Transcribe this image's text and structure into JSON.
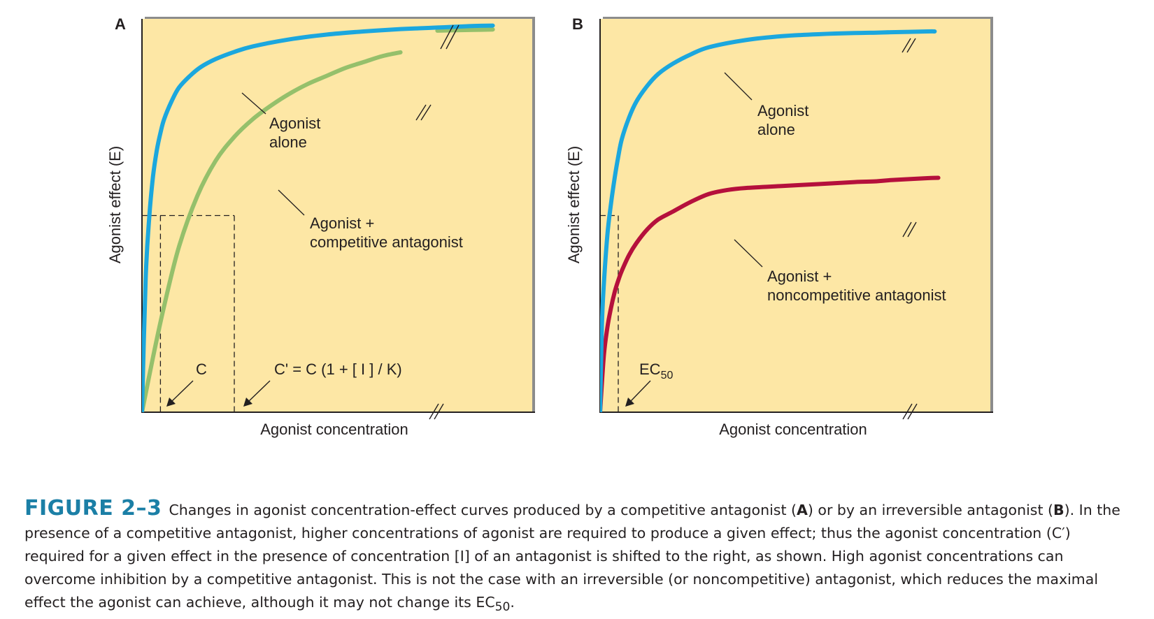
{
  "chart_data": [
    {
      "type": "line",
      "panel_label": "A",
      "xlabel": "Agonist concentration",
      "ylabel": "Agonist effect (E)",
      "xlim": [
        0,
        100
      ],
      "ylim": [
        0,
        100
      ],
      "series": [
        {
          "key": "agonist_alone",
          "label_lines": [
            "Agonist",
            "alone"
          ],
          "color": "#1ba7de",
          "x": [
            0,
            1,
            2,
            3,
            4,
            5,
            6,
            8,
            10,
            13,
            16,
            20,
            25,
            30,
            40,
            50,
            60,
            70,
            75,
            80,
            85,
            90,
            95
          ],
          "y": [
            0,
            34,
            50,
            60,
            66.5,
            71,
            74.5,
            79,
            82.5,
            85.5,
            87.8,
            89.8,
            91.6,
            93,
            94.8,
            96,
            96.8,
            97.4,
            97.6,
            97.8,
            98,
            98.2,
            98.3
          ]
        },
        {
          "key": "agonist_competitive",
          "label_lines": [
            "Agonist +",
            "competitive antagonist"
          ],
          "color": "#95c06b",
          "x": [
            0,
            3,
            6,
            10,
            15,
            20,
            25,
            30,
            35,
            40,
            45,
            50,
            55,
            60,
            65,
            70
          ],
          "y": [
            0,
            14,
            27,
            42,
            55,
            64,
            70,
            74.5,
            78,
            81,
            83.5,
            85.5,
            87.5,
            89,
            90.5,
            91.5
          ],
          "cont_x": [
            80,
            85,
            90,
            95
          ],
          "cont_y": [
            97,
            97.1,
            97.2,
            97.3
          ]
        }
      ],
      "reference": {
        "y": 50,
        "x1": 5,
        "x2": 25
      },
      "annotations": [
        {
          "key": "c",
          "text": "C"
        },
        {
          "key": "cprime",
          "text": "C' = C (1 + [ I ] / K)"
        }
      ]
    },
    {
      "type": "line",
      "panel_label": "B",
      "xlabel": "Agonist concentration",
      "ylabel": "Agonist effect (E)",
      "xlim": [
        0,
        100
      ],
      "ylim": [
        0,
        100
      ],
      "series": [
        {
          "key": "agonist_alone",
          "label_lines": [
            "Agonist",
            "alone"
          ],
          "color": "#1ba7de",
          "x": [
            0,
            0.5,
            1,
            2,
            3,
            4,
            5,
            6,
            8,
            10,
            13,
            16,
            20,
            25,
            30,
            40,
            50,
            60,
            70,
            76,
            80,
            90,
            92
          ],
          "y": [
            0,
            22,
            32,
            45,
            53,
            59.5,
            65,
            69.5,
            75,
            79,
            83,
            86,
            88.6,
            91,
            92.8,
            94.6,
            95.6,
            96.1,
            96.4,
            96.5,
            96.6,
            96.8,
            96.8
          ]
        },
        {
          "key": "agonist_noncompetitive",
          "label_lines": [
            "Agonist +",
            "noncompetitive antagonist"
          ],
          "color": "#b5103c",
          "x": [
            0,
            1,
            2,
            3,
            4,
            5,
            6,
            8,
            10,
            13,
            16,
            20,
            25,
            30,
            35,
            40,
            50,
            60,
            70,
            76,
            80,
            90,
            93
          ],
          "y": [
            0,
            14,
            21.5,
            26.5,
            30.5,
            33.5,
            36,
            40,
            43,
            46.5,
            49,
            51,
            53.5,
            55.5,
            56.5,
            57,
            57.5,
            58,
            58.5,
            58.7,
            59,
            59.5,
            59.6
          ]
        }
      ],
      "reference": {
        "y": 50,
        "x1": 5
      },
      "annotations": [
        {
          "key": "ec50",
          "text": "EC",
          "sub": "50"
        }
      ]
    }
  ],
  "caption": {
    "label": "FIGURE 2–3",
    "t1": "Changes in agonist concentration-effect curves produced by a competitive antagonist (",
    "b1": "A",
    "t2": ") or by an irreversible antagonist (",
    "b2": "B",
    "t3": "). In the presence of a competitive antagonist, higher concentrations of agonist are required to produce a given effect; thus the agonist concentration (C′) required for a given effect in the presence of concentration [I] of an antagonist is shifted to the right, as shown. High agonist concentrations can overcome inhibition by a competitive antagonist. This is not the case with an irreversible (or noncompetitive) antagonist, which reduces the maximal effect the agonist can achieve, although it may not change its EC",
    "sub": "50",
    "t4": "."
  }
}
